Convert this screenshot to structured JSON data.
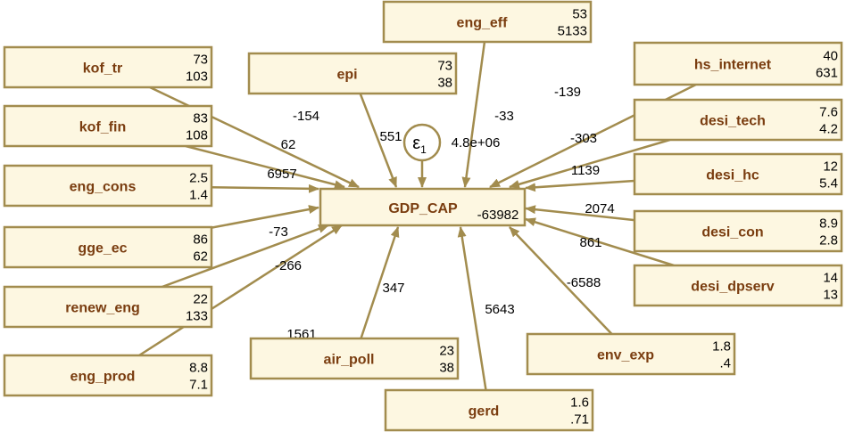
{
  "outcome": {
    "name": "GDP_CAP",
    "intercept": "-63982"
  },
  "error": {
    "symbol": "ε",
    "subscript": "1",
    "variance": "4.8e+06"
  },
  "predictors": [
    {
      "id": "kof_tr",
      "name": "kof_tr",
      "mean": "73",
      "var": "103",
      "coef": "-154"
    },
    {
      "id": "kof_fin",
      "name": "kof_fin",
      "mean": "83",
      "var": "108",
      "coef": "62"
    },
    {
      "id": "eng_cons",
      "name": "eng_cons",
      "mean": "2.5",
      "var": "1.4",
      "coef": "6957"
    },
    {
      "id": "gge_ec",
      "name": "gge_ec",
      "mean": "86",
      "var": "62",
      "coef": "-73"
    },
    {
      "id": "renew_eng",
      "name": "renew_eng",
      "mean": "22",
      "var": "133",
      "coef": "-266"
    },
    {
      "id": "eng_prod",
      "name": "eng_prod",
      "mean": "8.8",
      "var": "7.1",
      "coef": "1561"
    },
    {
      "id": "epi",
      "name": "epi",
      "mean": "73",
      "var": "38",
      "coef": "551"
    },
    {
      "id": "eng_eff",
      "name": "eng_eff",
      "mean": "53",
      "var": "5133",
      "coef": "-33"
    },
    {
      "id": "air_poll",
      "name": "air_poll",
      "mean": "23",
      "var": "38",
      "coef": "347"
    },
    {
      "id": "gerd",
      "name": "gerd",
      "mean": "1.6",
      "var": ".71",
      "coef": "5643"
    },
    {
      "id": "hs_internet",
      "name": "hs_internet",
      "mean": "40",
      "var": "631",
      "coef": "-139"
    },
    {
      "id": "desi_tech",
      "name": "desi_tech",
      "mean": "7.6",
      "var": "4.2",
      "coef": "-303"
    },
    {
      "id": "desi_hc",
      "name": "desi_hc",
      "mean": "12",
      "var": "5.4",
      "coef": "1139"
    },
    {
      "id": "desi_con",
      "name": "desi_con",
      "mean": "8.9",
      "var": "2.8",
      "coef": "2074"
    },
    {
      "id": "desi_dpserv",
      "name": "desi_dpserv",
      "mean": "14",
      "var": "13",
      "coef": "861"
    },
    {
      "id": "env_exp",
      "name": "env_exp",
      "mean": "1.8",
      "var": ".4",
      "coef": "-6588"
    }
  ],
  "colors": {
    "border": "#a28c4e",
    "fill": "#fdf7e1",
    "label": "#7a3d10"
  }
}
